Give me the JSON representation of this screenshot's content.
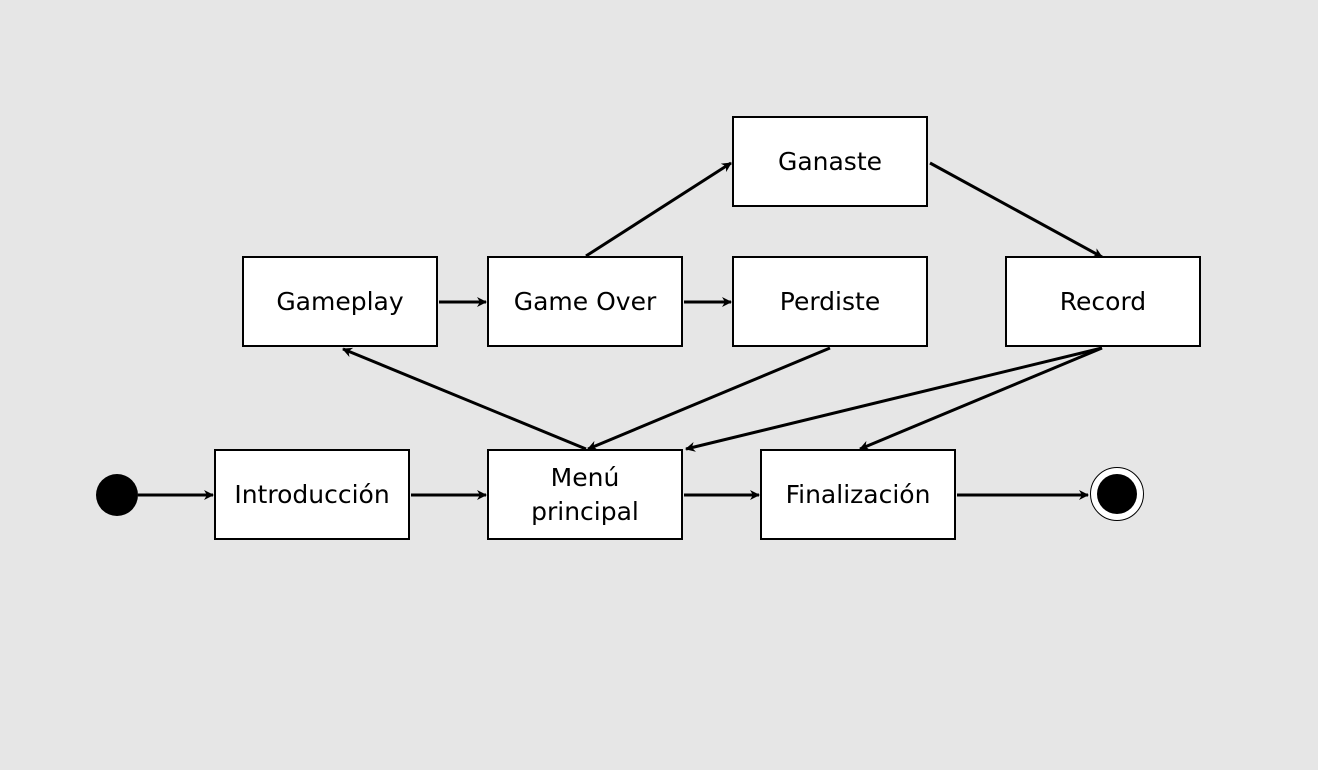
{
  "diagram": {
    "background_color": "#e6e6e6",
    "states": {
      "ganaste": "Ganaste",
      "gameplay": "Gameplay",
      "game_over": "Game Over",
      "perdiste": "Perdiste",
      "record": "Record",
      "introduccion": "Introducción",
      "menu_principal": "Menú principal",
      "finalizacion": "Finalización"
    },
    "transitions": [
      {
        "from": "initial",
        "to": "introduccion"
      },
      {
        "from": "introduccion",
        "to": "menu_principal"
      },
      {
        "from": "menu_principal",
        "to": "finalizacion"
      },
      {
        "from": "finalizacion",
        "to": "final"
      },
      {
        "from": "menu_principal",
        "to": "gameplay"
      },
      {
        "from": "gameplay",
        "to": "game_over"
      },
      {
        "from": "game_over",
        "to": "perdiste"
      },
      {
        "from": "game_over",
        "to": "ganaste"
      },
      {
        "from": "ganaste",
        "to": "record"
      },
      {
        "from": "perdiste",
        "to": "menu_principal"
      },
      {
        "from": "record",
        "to": "menu_principal"
      },
      {
        "from": "record",
        "to": "finalizacion"
      }
    ]
  }
}
